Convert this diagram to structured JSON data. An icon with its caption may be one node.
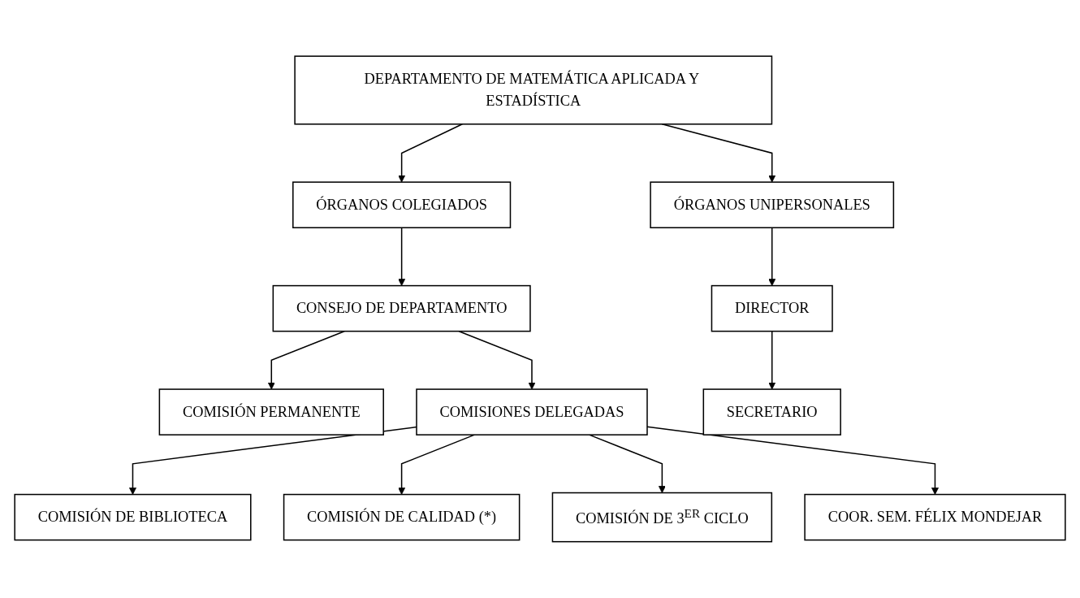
{
  "diagram": {
    "nodes": [
      {
        "text": [
          "DEPARTAMENTO DE MATEMÁTICA APLICADA Y ESTADÍSTICA"
        ]
      },
      {
        "text": [
          "ÓRGANOS COLEGIADOS"
        ]
      },
      {
        "text": [
          "ÓRGANOS UNIPERSONALES"
        ]
      },
      {
        "text": [
          "CONSEJO DE DEPARTAMENTO"
        ]
      },
      {
        "text": [
          "DIRECTOR"
        ]
      },
      {
        "text": [
          "COMISIÓN PERMANENTE"
        ]
      },
      {
        "text": [
          "COMISIONES DELEGADAS"
        ]
      },
      {
        "text": [
          "SECRETARIO"
        ]
      },
      {
        "text": [
          "COMISIÓN DE BIBLIOTECA"
        ]
      },
      {
        "text": [
          "COMISIÓN DE CALIDAD (*)"
        ]
      },
      {
        "text": [
          "COMISIÓN DE 3$^{ER}$ CICLO"
        ]
      },
      {
        "text": [
          "COOR. SEM. FÉLIX MONDEJAR"
        ]
      }
    ],
    "edges": [
      {
        "from": 0,
        "to": 1,
        "arrow": "to"
      },
      {
        "from": 0,
        "to": 2,
        "arrow": "to"
      },
      {
        "from": 1,
        "to": 3,
        "arrow": "to"
      },
      {
        "from": 2,
        "to": 4,
        "arrow": "to"
      },
      {
        "from": 3,
        "to": 5,
        "arrow": "to"
      },
      {
        "from": 3,
        "to": 6,
        "arrow": "to"
      },
      {
        "from": 4,
        "to": 7,
        "arrow": "to"
      },
      {
        "from": 6,
        "to": 8,
        "arrow": "to"
      },
      {
        "from": 6,
        "to": 9,
        "arrow": "to"
      },
      {
        "from": 6,
        "to": 10,
        "arrow": "to"
      },
      {
        "from": 6,
        "to": 11,
        "arrow": "to"
      }
    ]
  }
}
